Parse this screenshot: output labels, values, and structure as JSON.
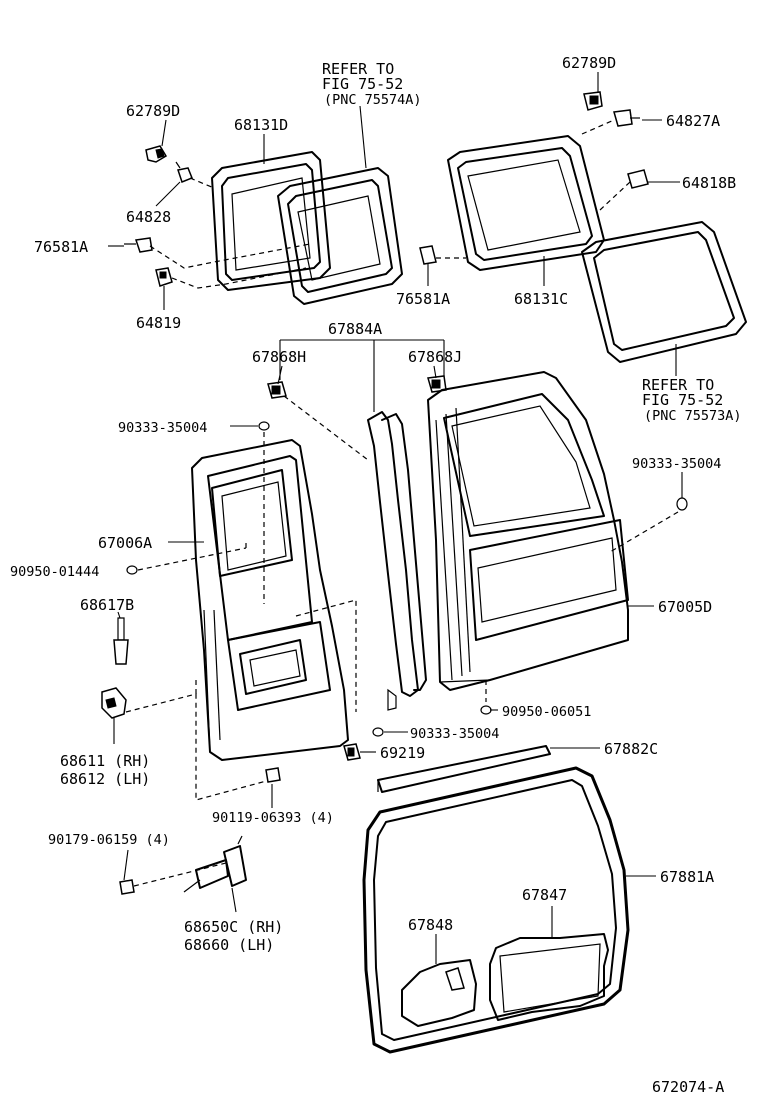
{
  "labels": {
    "clip_upper_left": "62789D",
    "glass_left": "68131D",
    "refer_upper_1": "REFER TO",
    "refer_upper_2": "FIG 75-52",
    "refer_upper_3": "(PNC 75574A)",
    "clip_upper_right": "62789D",
    "screw_upper_right": "64827A",
    "clip_right": "64818B",
    "screw_left": "64828",
    "pin_left": "76581A",
    "clip_left_lower": "64819",
    "pin_center": "76581A",
    "glass_right": "68131C",
    "refer_lower_1": "REFER TO",
    "refer_lower_2": "FIG 75-52",
    "refer_lower_3": "(PNC 75573A)",
    "bracket": "67884A",
    "clip_bracket_left": "67868H",
    "clip_bracket_right": "67868J",
    "plug_top_left": "90333-35004",
    "plug_right": "90333-35004",
    "door_left": "67006A",
    "plug_left": "90950-01444",
    "rod": "68617B",
    "door_right": "67005D",
    "plug_bottom_center": "90333-35004",
    "plug_bottom_right": "90950-06051",
    "hinge_rh": "68611 (RH)",
    "hinge_lh": "68612 (LH)",
    "stopper": "69219",
    "weatherstrip_top": "67882C",
    "bolt_small": "90119-06393 (4)",
    "bolt_lock": "90179-06159 (4)",
    "weatherstrip_main": "67881A",
    "lock_rh": "68650C (RH)",
    "lock_lh": "68660  (LH)",
    "pad_right": "67847",
    "pad_left": "67848",
    "figure_number": "672074-A"
  }
}
